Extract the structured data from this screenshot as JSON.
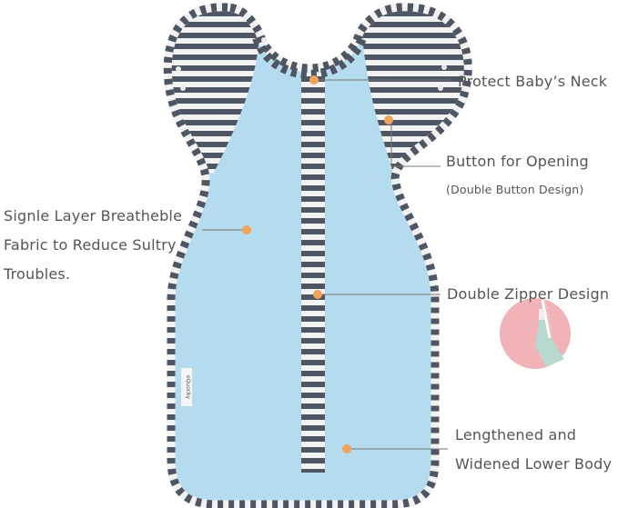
{
  "labels": {
    "neck": "Protect Baby’s Neck",
    "button": "Button for Opening",
    "button_sub": "(Double Button Design)",
    "fabric_line1": "Signle Layer Breatheble",
    "fabric_line2": "Fabric to Reduce Sultry",
    "fabric_line3": "Troubles.",
    "zipper": "Double Zipper Design",
    "lower_line1": "Lengthened and",
    "lower_line2": "Widened Lower Body"
  },
  "brand_tag": "eQuocky",
  "colors": {
    "fabric": "#b5dcee",
    "stripe_dark": "#4f5663",
    "stripe_light": "#f2f2f2",
    "marker": "#f0a35a",
    "inset_pink": "#f2b3b8",
    "text": "#555555"
  }
}
